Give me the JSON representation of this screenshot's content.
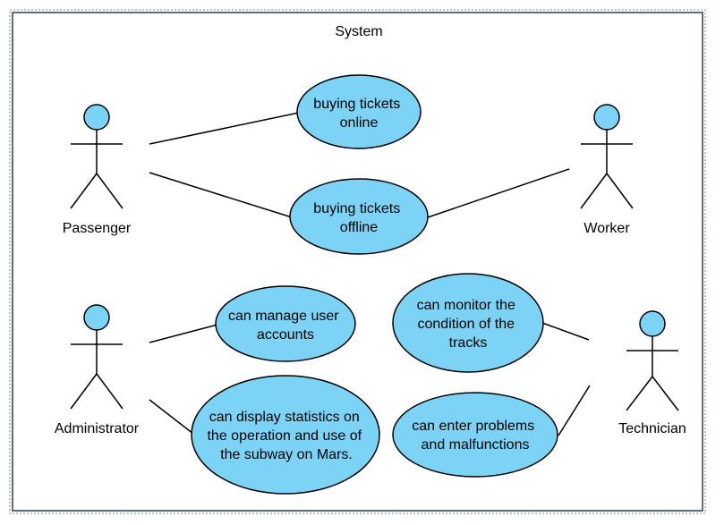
{
  "system": {
    "title": "System"
  },
  "colors": {
    "usecase_fill": "#7dd3f5",
    "actor_fill": "#7dd3f5",
    "stroke": "#000000",
    "boundary_stroke": "#2f3d4c",
    "boundary_dash": "#6c8eb0",
    "background": "#ffffff"
  },
  "actors": [
    {
      "id": "passenger",
      "label": "Passenger"
    },
    {
      "id": "worker",
      "label": "Worker"
    },
    {
      "id": "administrator",
      "label": "Administrator"
    },
    {
      "id": "technician",
      "label": "Technician"
    }
  ],
  "use_cases": [
    {
      "id": "uc_online",
      "lines": [
        "buying tickets",
        "online"
      ]
    },
    {
      "id": "uc_offline",
      "lines": [
        "buying tickets",
        "offline"
      ]
    },
    {
      "id": "uc_manage",
      "lines": [
        "can manage user",
        "accounts"
      ]
    },
    {
      "id": "uc_stats",
      "lines": [
        "can display statistics on",
        "the operation and use of",
        "the subway on Mars."
      ]
    },
    {
      "id": "uc_monitor",
      "lines": [
        "can monitor the",
        "condition of the",
        "tracks"
      ]
    },
    {
      "id": "uc_problems",
      "lines": [
        "can enter problems",
        "and malfunctions"
      ]
    }
  ],
  "associations": [
    {
      "from": "passenger",
      "to": "uc_online"
    },
    {
      "from": "passenger",
      "to": "uc_offline"
    },
    {
      "from": "worker",
      "to": "uc_offline"
    },
    {
      "from": "administrator",
      "to": "uc_manage"
    },
    {
      "from": "administrator",
      "to": "uc_stats"
    },
    {
      "from": "technician",
      "to": "uc_monitor"
    },
    {
      "from": "technician",
      "to": "uc_problems"
    }
  ]
}
